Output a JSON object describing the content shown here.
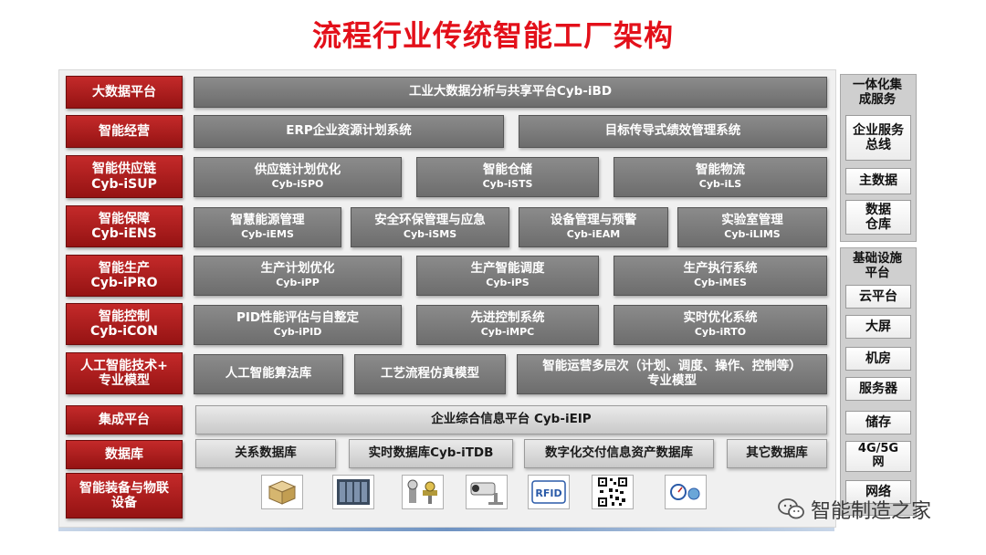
{
  "title": "流程行业传统智能工厂架构",
  "rows": {
    "bigdata": {
      "label": "大数据平台",
      "boxes": [
        {
          "main": "工业大数据分析与共享平台Cyb-iBD"
        }
      ]
    },
    "operation": {
      "label": "智能经营",
      "boxes": [
        {
          "main": "ERP企业资源计划系统"
        },
        {
          "main": "目标传导式绩效管理系统"
        }
      ]
    },
    "supply": {
      "label": "智能供应链\nCyb-iSUP",
      "boxes": [
        {
          "main": "供应链计划优化",
          "sub": "Cyb-iSPO"
        },
        {
          "main": "智能仓储",
          "sub": "Cyb-iSTS"
        },
        {
          "main": "智能物流",
          "sub": "Cyb-iLS"
        }
      ]
    },
    "ens": {
      "label": "智能保障\nCyb-iENS",
      "boxes": [
        {
          "main": "智慧能源管理",
          "sub": "Cyb-iEMS"
        },
        {
          "main": "安全环保管理与应急",
          "sub": "Cyb-iSMS"
        },
        {
          "main": "设备管理与预警",
          "sub": "Cyb-iEAM"
        },
        {
          "main": "实验室管理",
          "sub": "Cyb-iLIMS"
        }
      ]
    },
    "pro": {
      "label": "智能生产\nCyb-iPRO",
      "boxes": [
        {
          "main": "生产计划优化",
          "sub": "Cyb-iPP"
        },
        {
          "main": "生产智能调度",
          "sub": "Cyb-iPS"
        },
        {
          "main": "生产执行系统",
          "sub": "Cyb-iMES"
        }
      ]
    },
    "con": {
      "label": "智能控制\nCyb-iCON",
      "boxes": [
        {
          "main": "PID性能评估与自整定",
          "sub": "Cyb-iPID"
        },
        {
          "main": "先进控制系统",
          "sub": "Cyb-iMPC"
        },
        {
          "main": "实时优化系统",
          "sub": "Cyb-iRTO"
        }
      ]
    },
    "ai": {
      "label": "人工智能技术+\n专业模型",
      "boxes": [
        {
          "main": "人工智能算法库"
        },
        {
          "main": "工艺流程仿真模型"
        },
        {
          "main": "智能运营多层次（计划、调度、操作、控制等）\n专业模型"
        }
      ]
    },
    "integration": {
      "label": "集成平台",
      "boxes": [
        {
          "main": "企业综合信息平台 Cyb-iEIP"
        }
      ]
    },
    "database": {
      "label": "数据库",
      "boxes": [
        {
          "main": "关系数据库"
        },
        {
          "main": "实时数据库Cyb-iTDB"
        },
        {
          "main": "数字化交付信息资产数据库"
        },
        {
          "main": "其它数据库"
        }
      ]
    },
    "equipment": {
      "label": "智能装备与物联\n设备",
      "icons": [
        "package-icon",
        "control-cabinet-icon",
        "valve-instruments-icon",
        "camera-icon",
        "rfid-tag-icon",
        "qr-code-icon",
        "gauge-sensor-icon"
      ],
      "rfid_text": "RFID"
    }
  },
  "side_top": {
    "header": "一体化集\n成服务",
    "items": [
      "企业服务\n总线",
      "主数据",
      "数据\n仓库"
    ]
  },
  "side_bottom": {
    "header": "基础设施\n平台",
    "items": [
      "云平台",
      "大屏",
      "机房",
      "服务器",
      "储存",
      "4G/5G\n网",
      "网络"
    ]
  },
  "watermark": "智能制造之家",
  "colors": {
    "title_red": "#e3101a",
    "label_red": "#b01d1d",
    "box_gray": "#7b7b7b"
  }
}
